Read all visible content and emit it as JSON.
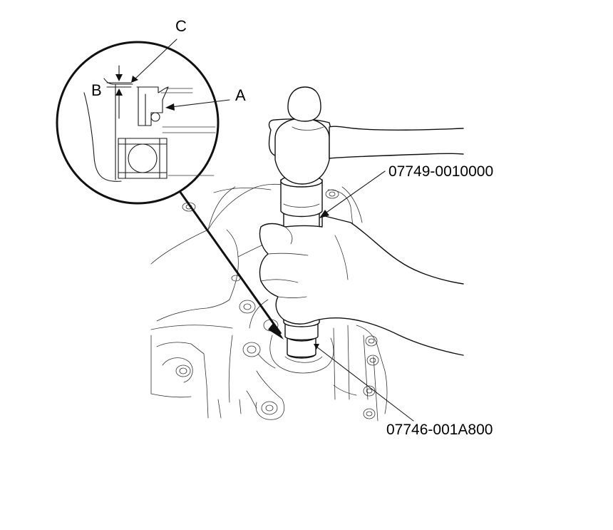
{
  "callouts": {
    "a": "A",
    "b": "B",
    "c": "C",
    "driver_tool": "07749-0010000",
    "attachment_tool": "07746-001A800"
  }
}
